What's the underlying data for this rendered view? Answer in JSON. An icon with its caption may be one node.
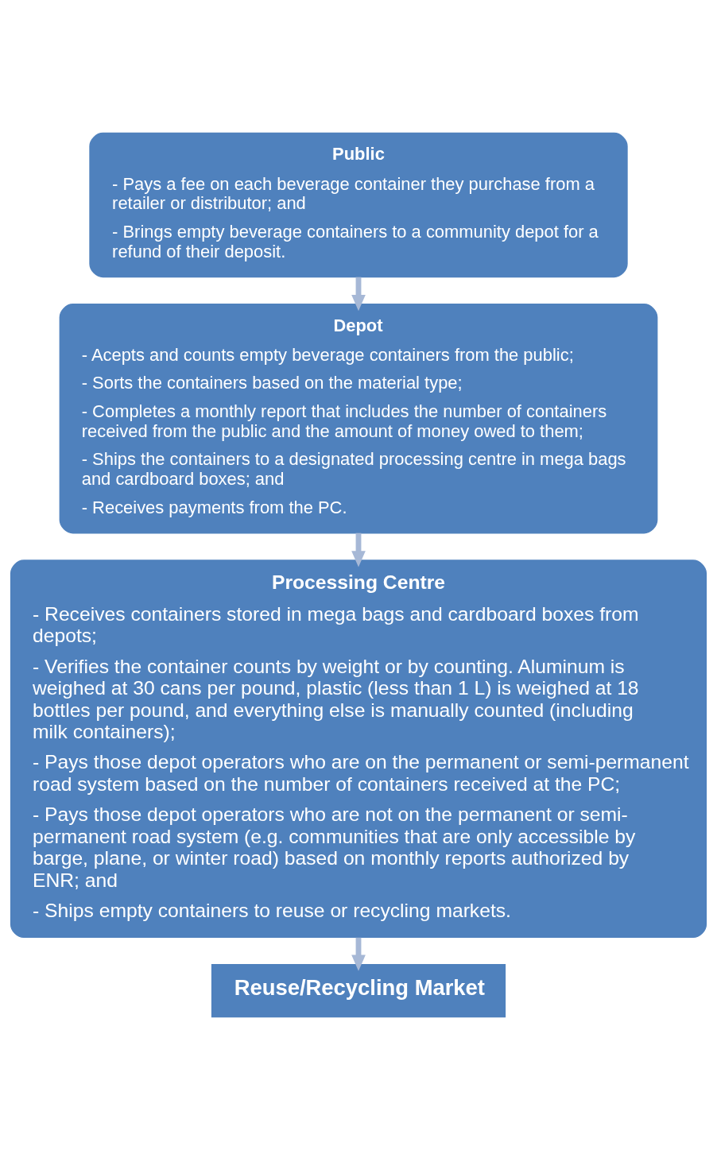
{
  "diagram": {
    "nodes": [
      {
        "text": [
          "Public",
          "- Pays a fee on each beverage container they purchase from a retailer or distributor; and",
          "- Brings empty beverage containers to a community depot for a refund of their deposit."
        ]
      },
      {
        "text": [
          "Depot",
          "- Acepts and counts empty beverage containers from the public;",
          "- Sorts the containers based on the material type;",
          "- Completes a monthly report that includes the number of containers received from the public and the amount of money owed to them;",
          "- Ships the containers to a designated processing centre in mega bags and cardboard boxes; and",
          "- Receives payments from the PC."
        ]
      },
      {
        "text": [
          "Processing Centre",
          "- Receives containers stored in mega bags and cardboard boxes from depots;",
          "- Verifies the container counts by weight or by counting. Aluminum is weighed at 30 cans per pound, plastic (less than 1 L) is weighed at 18 bottles per pound, and everything else is manually counted (including milk containers);",
          "- Pays those depot operators who are on the permanent or semi-permanent road system based on the number of containers received at the PC;",
          "- Pays those depot operators who are not on the permanent or semi-permanent road system (e.g. communities that are only accessible by barge, plane, or winter road) based on monthly reports authorized by ENR; and",
          "- Ships empty containers to reuse or recycling markets."
        ]
      },
      {
        "text": [
          "Reuse/Recycling Market"
        ]
      }
    ],
    "edges": [
      {
        "from": 0,
        "to": 1,
        "arrow": "to"
      },
      {
        "from": 1,
        "to": 2,
        "arrow": "to"
      },
      {
        "from": 2,
        "to": 3,
        "arrow": "to"
      }
    ]
  }
}
